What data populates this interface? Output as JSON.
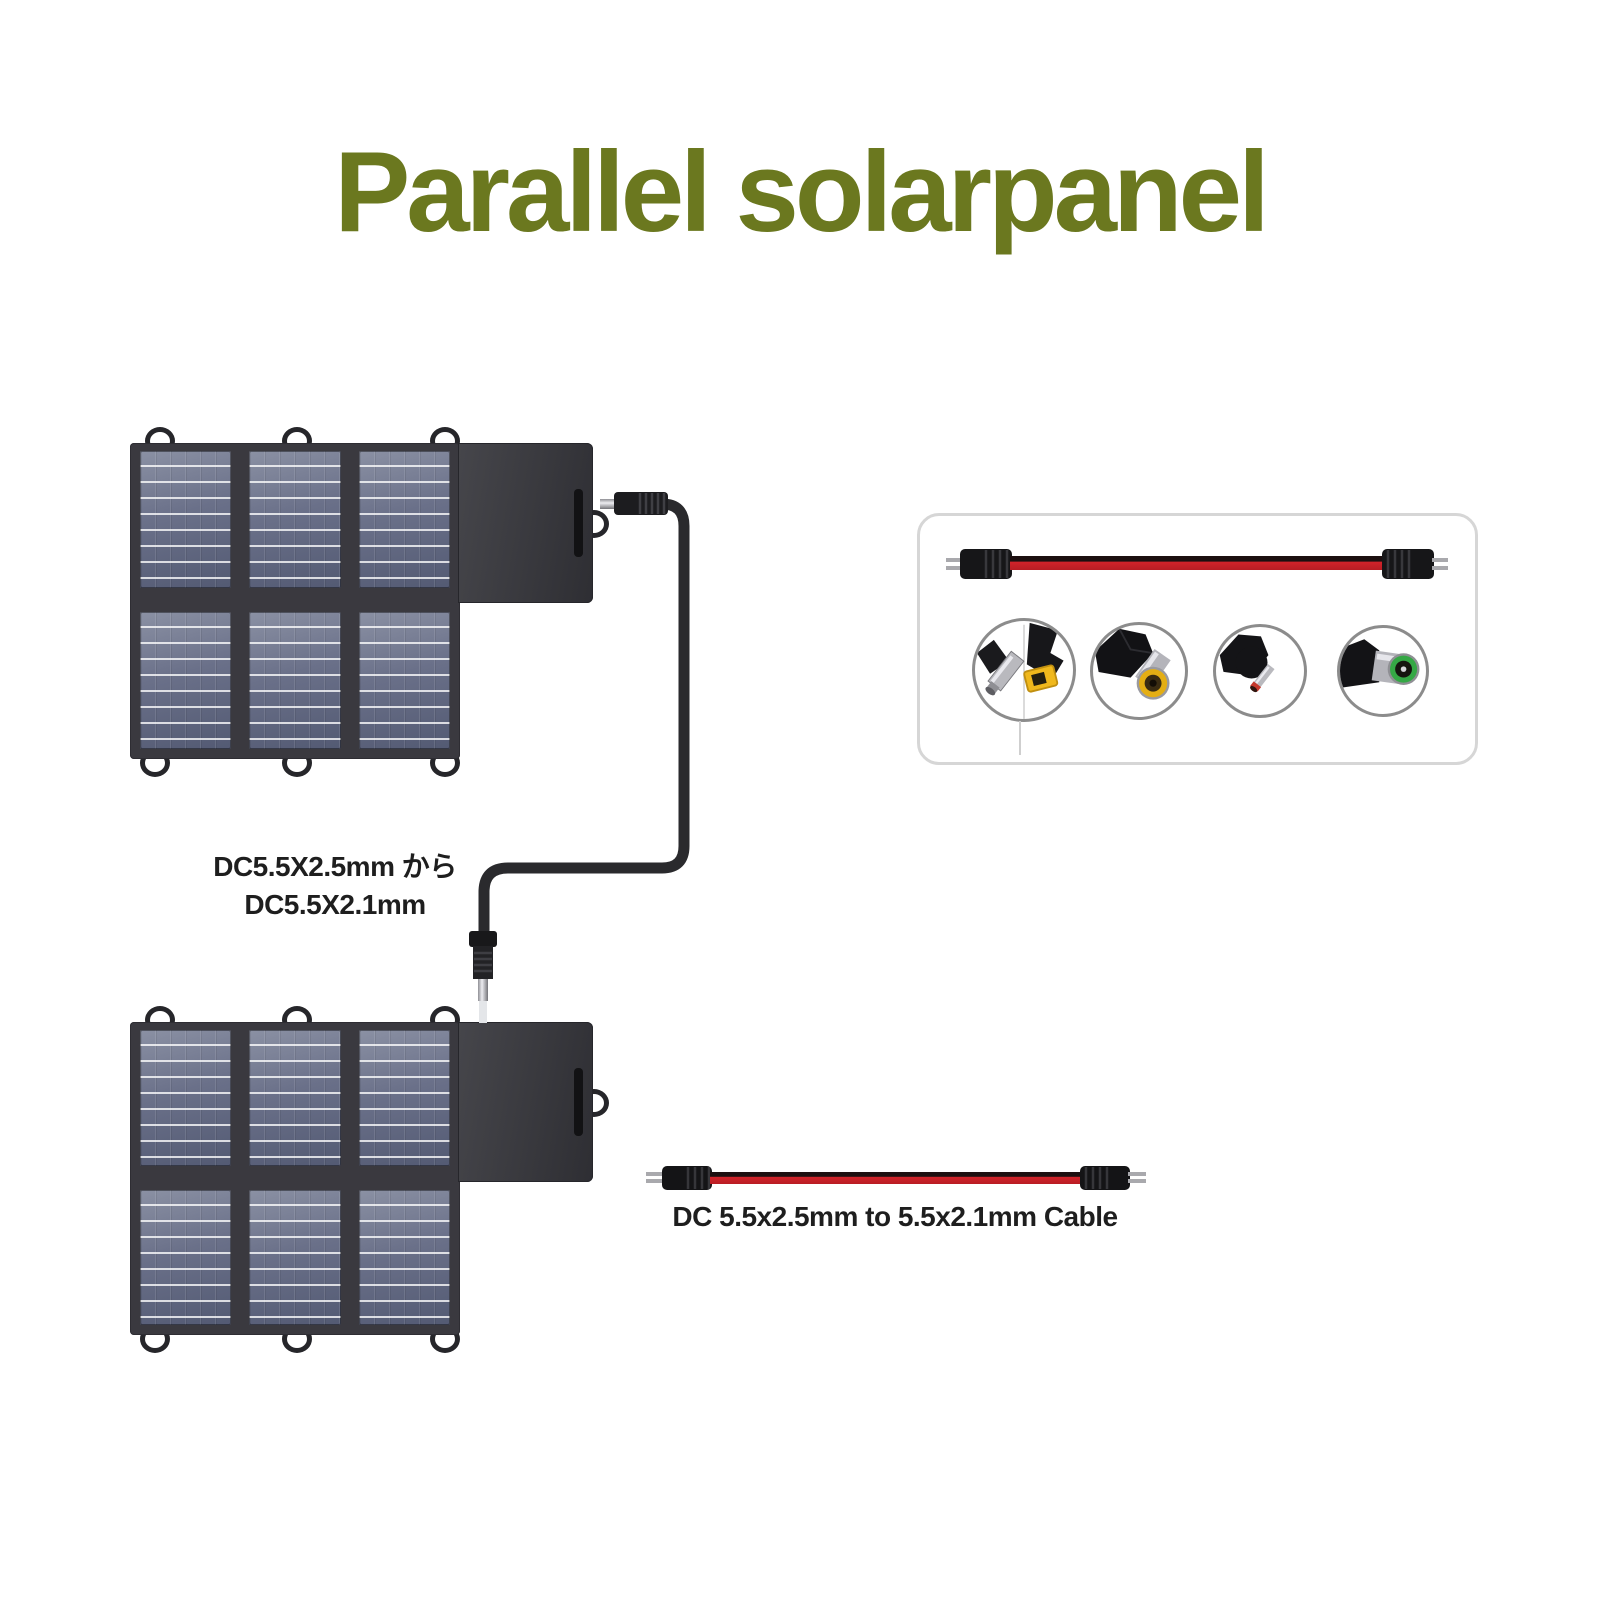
{
  "title": {
    "text": "Parallel solarpanel",
    "color": "#6b781f"
  },
  "labels": {
    "adapter_cable_line1": "DC5.5X2.5mm から",
    "adapter_cable_line2": "DC5.5X2.1mm",
    "bottom_cable": "DC 5.5x2.5mm to 5.5x2.1mm Cable"
  },
  "panels": {
    "top_panel": {
      "description": "foldable solar panel, 6 cells (2 rows x 3 columns) with side flap and hanging loops"
    },
    "bottom_panel": {
      "description": "foldable solar panel, 6 cells (2 rows x 3 columns) with side flap and hanging loops"
    }
  },
  "connector_box": {
    "cable": "red-and-black DC extension cable with barrel plugs",
    "tips": [
      {
        "icon": "dc-barrel-and-lenovo-square-tip-icon"
      },
      {
        "icon": "dc-yellow-ring-barrel-tip-icon"
      },
      {
        "icon": "dc-small-red-tip-icon"
      },
      {
        "icon": "dc-green-ring-barrel-tip-icon"
      }
    ]
  },
  "colors": {
    "title_olive": "#6b781f",
    "cable_red": "#d2232a",
    "panel_frame": "#3a393f",
    "cell_blue": "#6a7089",
    "label_text": "#1e1e1e"
  }
}
